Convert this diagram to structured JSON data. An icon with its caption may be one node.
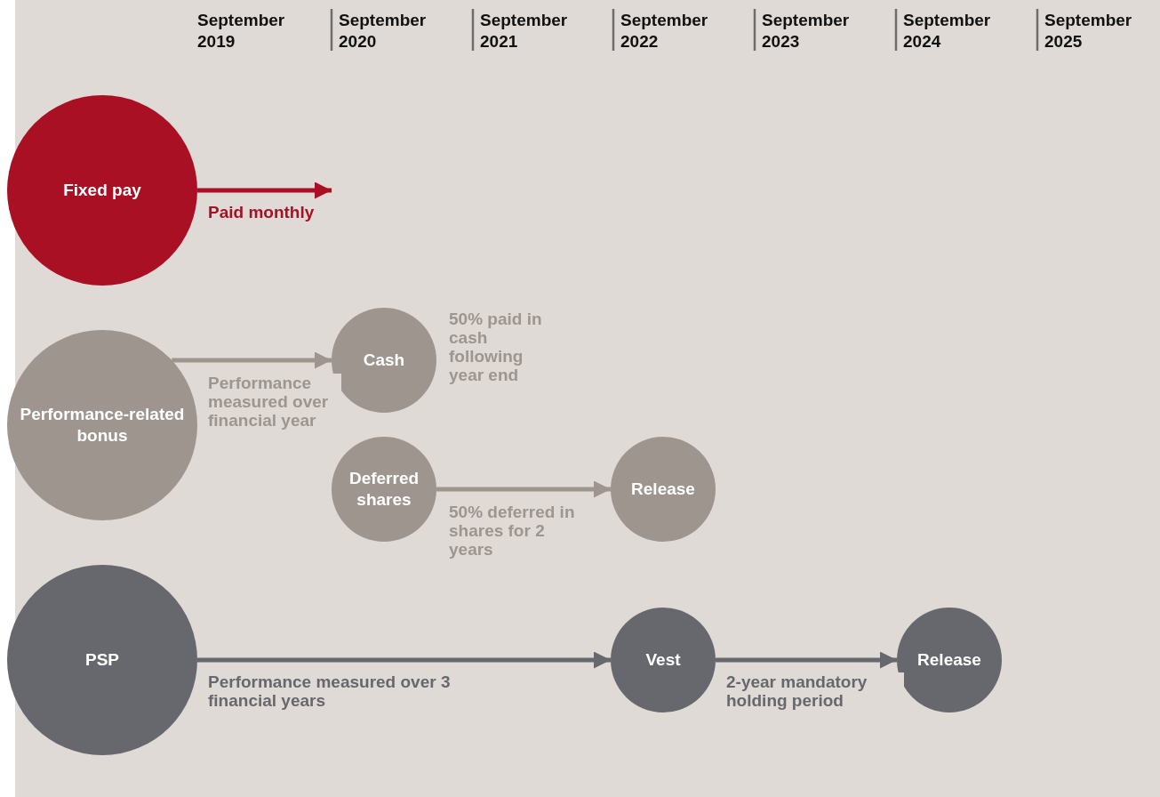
{
  "diagram": {
    "nodes": [
      {
        "text": [
          "Fixed pay"
        ]
      },
      {
        "text": [
          "Performance-related bonus"
        ]
      },
      {
        "text": [
          "Cash"
        ],
        "beside": [
          "50% paid in cash following year end"
        ]
      },
      {
        "text": [
          "Deferred shares"
        ]
      },
      {
        "text": [
          "Release"
        ]
      },
      {
        "text": [
          "PSP"
        ]
      },
      {
        "text": [
          "Vest"
        ]
      },
      {
        "text": [
          "Release"
        ]
      }
    ],
    "edges": [
      {
        "from": 0,
        "to": null,
        "arrow": "to",
        "label": "Paid monthly",
        "color": "#a91024"
      },
      {
        "from": 1,
        "to": 2,
        "arrow": "to",
        "label": "Performance measured over financial year"
      },
      {
        "from": 3,
        "to": 4,
        "arrow": "to",
        "label": "50% deferred in shares for 2 years"
      },
      {
        "from": 5,
        "to": 6,
        "arrow": "to",
        "label": "Performance measured over 3 financial years",
        "color": "#67686d"
      },
      {
        "from": 6,
        "to": 7,
        "arrow": "to",
        "label": "2-year mandatory holding period",
        "color": "#67686d"
      }
    ],
    "labels": [
      "September 2019",
      "September 2020",
      "September 2021",
      "September 2022",
      "September 2023",
      "September 2024",
      "September 2025"
    ]
  }
}
